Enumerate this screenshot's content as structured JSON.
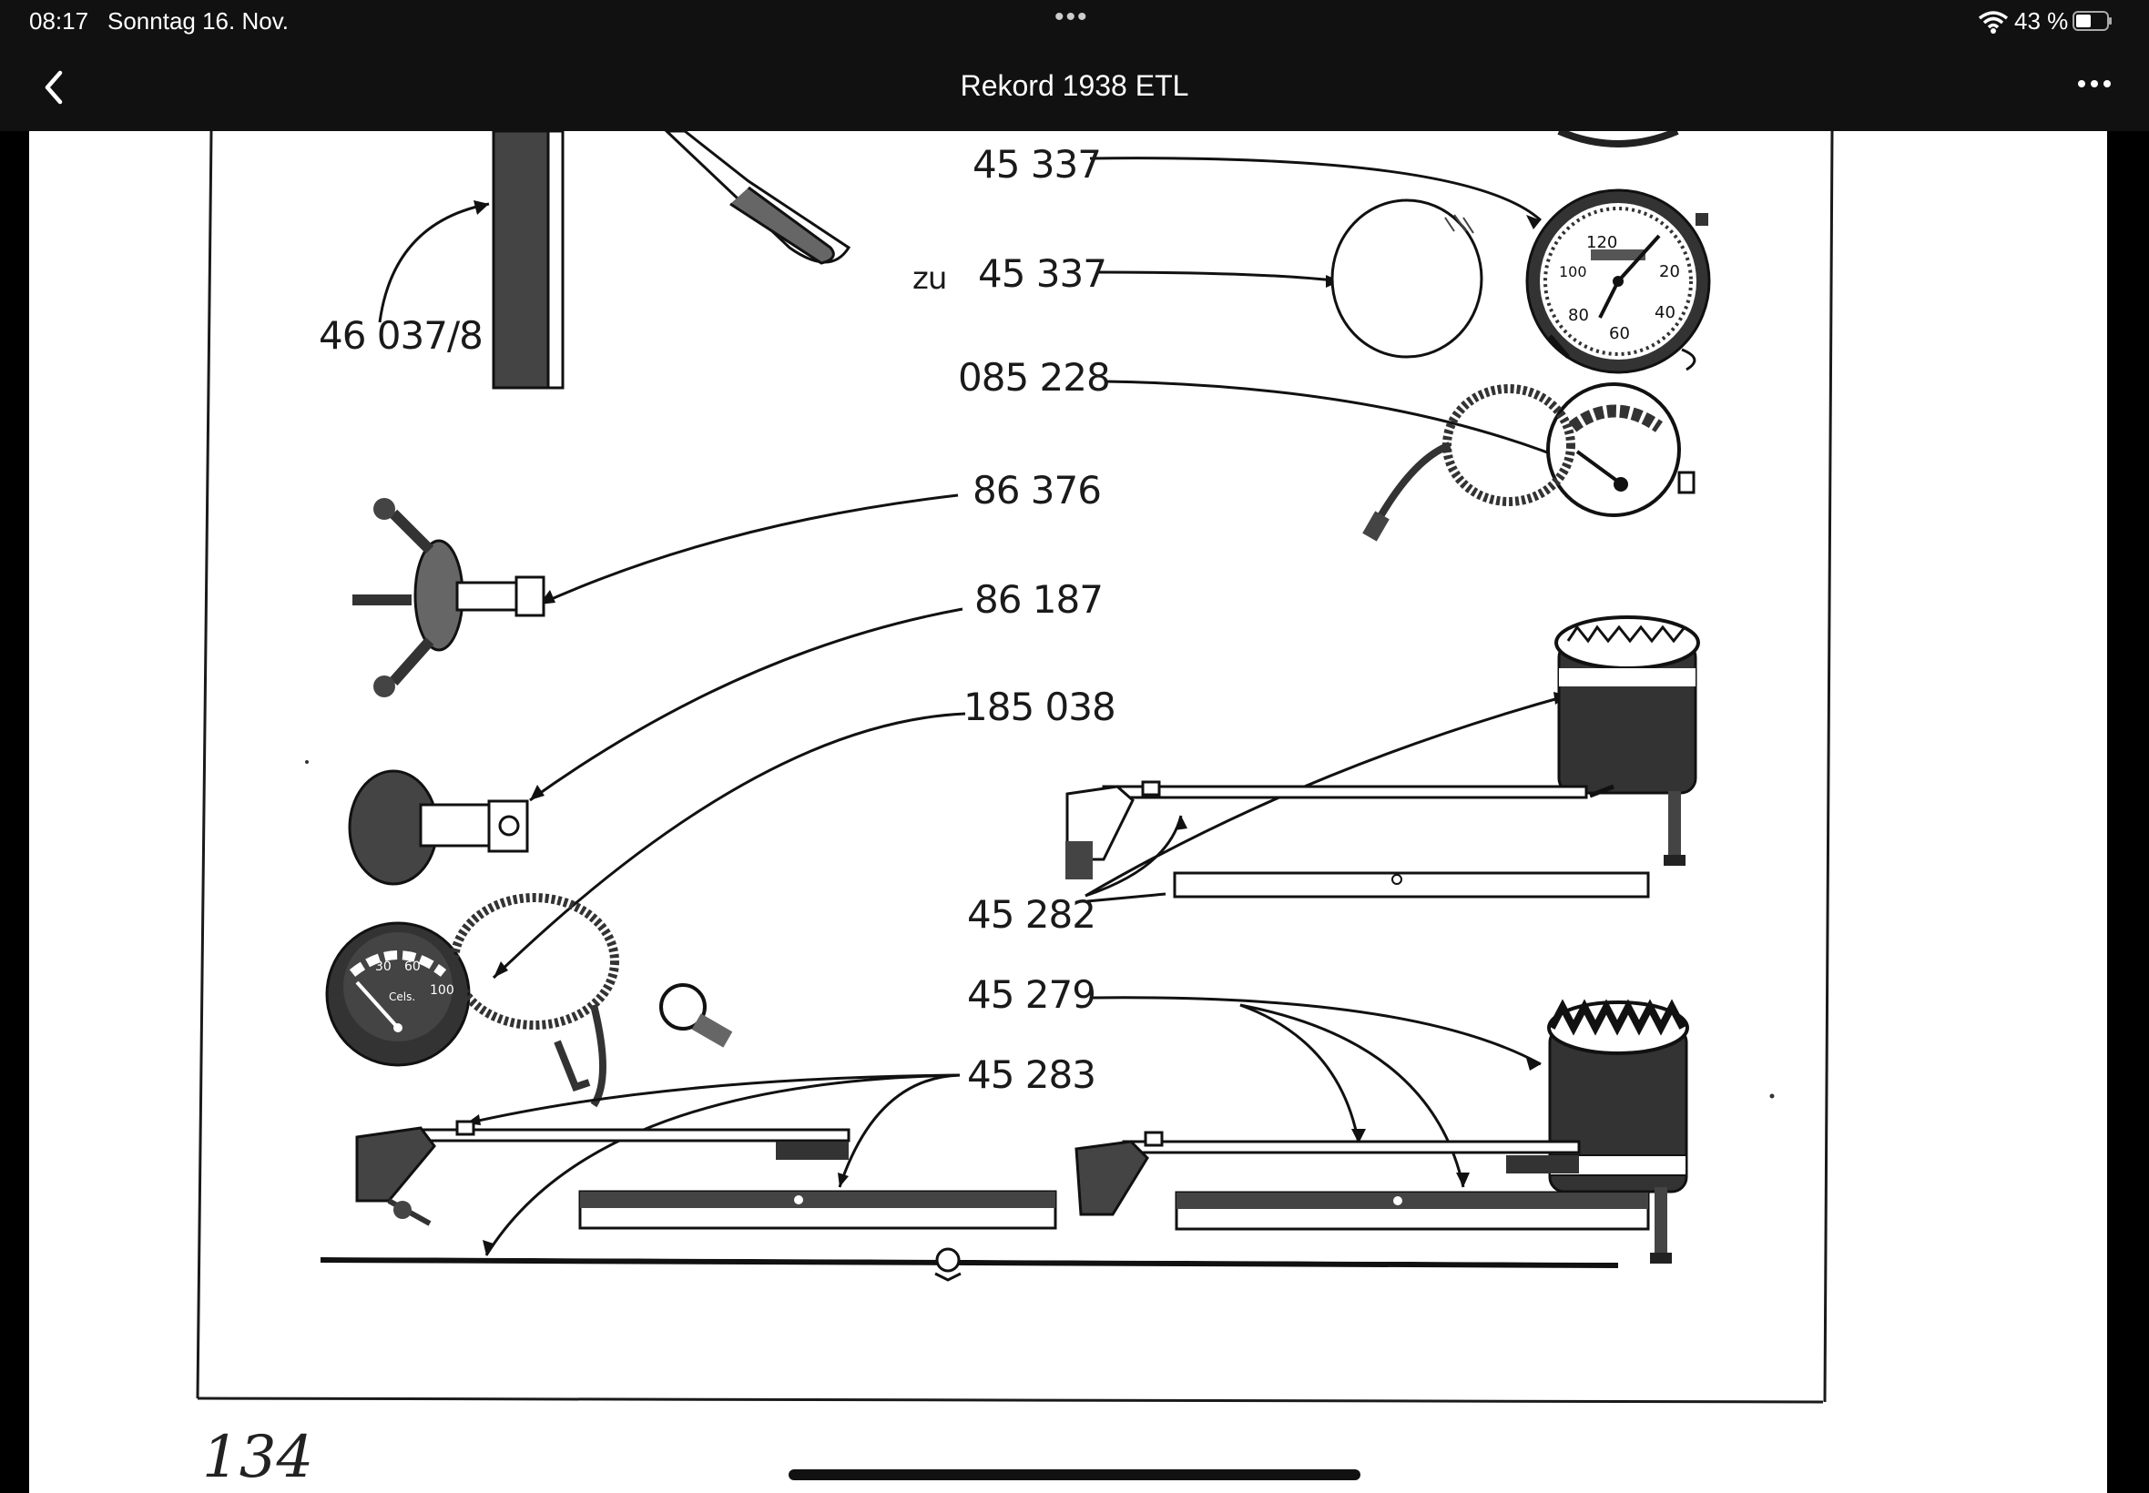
{
  "status": {
    "time": "08:17",
    "date": "Sonntag 16. Nov.",
    "battery": "43 %",
    "multitask": "•••"
  },
  "nav": {
    "title": "Rekord 1938 ETL"
  },
  "labels": {
    "n1": "45 337",
    "n2_prefix": "zu",
    "n2": "45 337",
    "n3": "46 037/8",
    "n4": "085 228",
    "n5": "86 376",
    "n6": "86 187",
    "n7": "185 038",
    "n8": "45 282",
    "n9": "45 279",
    "n10": "45 283"
  },
  "gauge_text": {
    "speedo_120": "120",
    "speedo_100": "100",
    "speedo_20": "20",
    "speedo_40": "40",
    "speedo_60": "60",
    "speedo_80": "80",
    "temp_30": "30",
    "temp_60": "60",
    "temp_100": "100",
    "temp_cels": "Cels."
  },
  "page_number": "134"
}
